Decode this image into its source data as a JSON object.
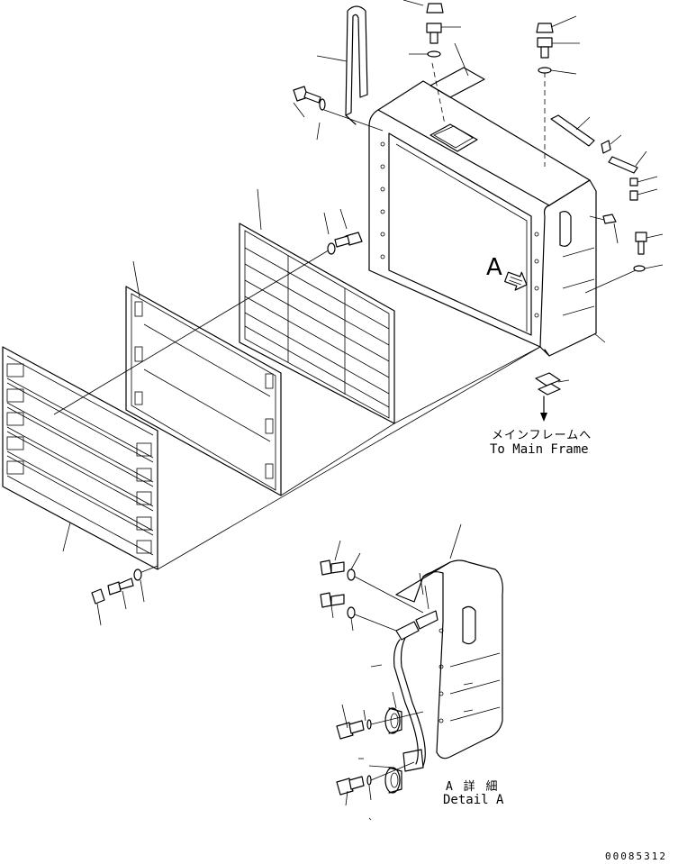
{
  "view_marker": "A",
  "direction_note": {
    "japanese": "メインフレームへ",
    "english": "To Main Frame"
  },
  "detail_caption": {
    "japanese": "A 詳 細",
    "english": "Detail A"
  },
  "drawing_number": "00085312"
}
